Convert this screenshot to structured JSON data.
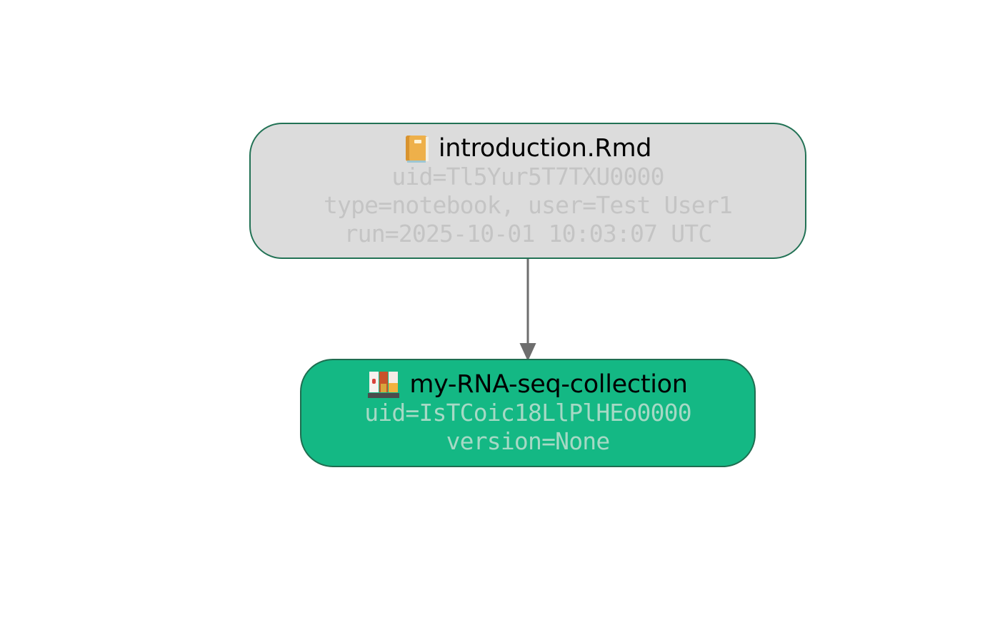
{
  "graph": {
    "nodes": [
      {
        "id": "run",
        "icon": "book-icon",
        "title": "introduction.Rmd",
        "lines": [
          "uid=Tl5Yur5T7TXU0000",
          "type=notebook, user=Test User1",
          "run=2025-10-01 10:03:07 UTC"
        ],
        "fill": "#dcdcdc",
        "border": "#227255"
      },
      {
        "id": "collection",
        "icon": "collection-icon",
        "title": "my-RNA-seq-collection",
        "lines": [
          "uid=IsTCoic18LlPlHEo0000",
          "version=None"
        ],
        "fill": "#14b884",
        "border": "#1f6d50"
      }
    ],
    "edges": [
      {
        "from": "run",
        "to": "collection",
        "color": "#6e6e6e"
      }
    ]
  }
}
